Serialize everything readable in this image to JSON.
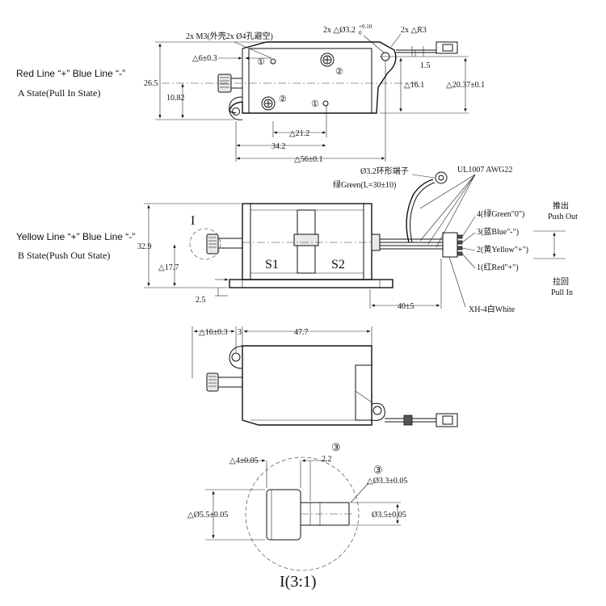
{
  "states": {
    "a_title": "Red Line “+” Blue Line “-”",
    "a_subtitle": "A State(Pull In State)",
    "b_title": "Yellow Line “+” Blue Line “-”",
    "b_subtitle": "B State(Push Out State)"
  },
  "view_top": {
    "note_m3": "2x M3(外壳2x Ø4孔避空)",
    "note_hole": "2x △Ø3.2",
    "note_hole_tol": "+0.10",
    "note_hole_tol0": "0",
    "note_r3": "2x △R3",
    "dim_6": "△6±0.3",
    "dim_26_5": "26.5",
    "dim_10_82": "10.82",
    "dim_1_5": "1.5",
    "dim_16_1": "△16.1",
    "dim_20_37": "△20.37±0.1",
    "dim_21_2": "△21.2",
    "dim_34_2": "34.2",
    "dim_56": "△56±0.1",
    "mark_1": "①",
    "mark_2": "②"
  },
  "view_side": {
    "lead_ring": "Ø3.2环形端子",
    "lead_green": "绿Green(L=30±10)",
    "wire_spec": "UL1007 AWG22",
    "detail_I": "I",
    "dim_32_9": "32.9",
    "dim_17_7": "△17.7",
    "dim_2_5": "2.5",
    "dim_40": "40±5",
    "coil_s1": "S1",
    "coil_s2": "S2",
    "pin4": "4(绿Green\"0\")",
    "pin3": "3(蓝Blue\"-\")",
    "pin2": "2(黄Yellow\"+\")",
    "pin1": "1(红Red\"+\")",
    "connector": "XH-4白White",
    "push_cn": "推出",
    "push_en": "Push Out",
    "pull_cn": "拉回",
    "pull_en": "Pull In"
  },
  "view_bottom": {
    "dim_16": "△16±0.3",
    "dim_3": "3",
    "dim_47_7": "47.7"
  },
  "view_detail": {
    "dim_4": "△4±0.05",
    "dim_2_2": "2.2",
    "mark_3": "③",
    "dim_3_3": "△Ø3.3±0.05",
    "dim_5_5": "△Ø5.5±0.05",
    "dim_3_5": "Ø3.5±0.05",
    "title": "I(3:1)"
  }
}
